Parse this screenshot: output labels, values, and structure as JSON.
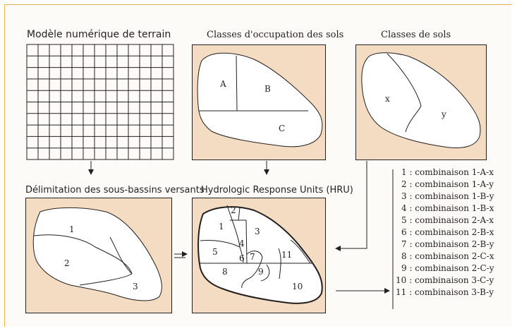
{
  "titles": {
    "mnt": "Modèle numérique de terrain",
    "occupation": "Classes d'occupation des sols",
    "sols": "Classes de sols",
    "sous_bassins": "Délimitation des sous-bassins versants",
    "hru": "Hydrologic Response Units (HRU)"
  },
  "occupation_labels": [
    "A",
    "B",
    "C"
  ],
  "sols_labels": [
    "x",
    "y"
  ],
  "subbasin_labels": [
    "1",
    "2",
    "3"
  ],
  "hru_labels": [
    "1",
    "2",
    "3",
    "4",
    "5",
    "6",
    "7",
    "8",
    "9",
    "10",
    "11"
  ],
  "legend": [
    "1 : combinaison 1-A-x",
    "2 : combinaison 1-A-y",
    "3 : combinaison 1-B-y",
    "4 : combinaison 1-B-x",
    "5 : combinaison 2-A-x",
    "6 : combinaison 2-B-x",
    "7 : combinaison 2-B-y",
    "8 : combinaison 2-C-x",
    "9 : combinaison 2-C-y",
    "10 : combinaison 3-C-y",
    "11 : combinaison 3-B-y"
  ]
}
